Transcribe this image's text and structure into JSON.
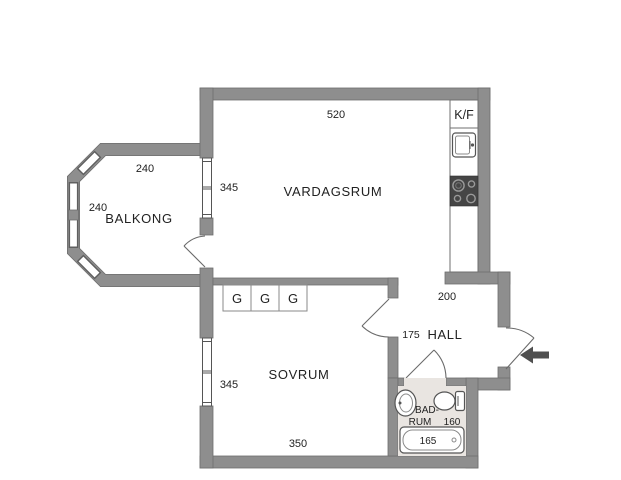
{
  "floorplan": {
    "rooms": {
      "vardagsrum": {
        "label": "VARDAGSRUM",
        "width_cm": "520",
        "height_cm": "345"
      },
      "balkong": {
        "label": "BALKONG",
        "width_cm": "240",
        "depth_cm": "240"
      },
      "sovrum": {
        "label": "SOVRUM",
        "width_cm": "350",
        "height_cm": "345"
      },
      "hall": {
        "label": "HALL",
        "width_cm": "200",
        "depth_cm": "175"
      },
      "badrum": {
        "label_line1": "BAD-",
        "label_line2": "RUM",
        "width_cm": "160",
        "bathtub_cm": "165"
      },
      "kitchen_zone": {
        "fridge_freezer": "K/F"
      }
    },
    "wardrobe": {
      "label": "G",
      "count": 3
    },
    "colors": {
      "wall": "#8e8e8e",
      "wall_outline": "#6e6e6e",
      "bathroom_floor": "#e9e5e1",
      "stove": "#454545",
      "fixture_stroke": "#555555",
      "arrow": "#4f4f4f",
      "text": "#222222",
      "background": "#ffffff"
    },
    "icons": {
      "entry_arrow": "arrow-left-icon",
      "stove": "stove-4-burner-icon",
      "kitchen_sink": "sink-icon",
      "toilet": "toilet-icon",
      "washbasin": "washbasin-icon",
      "bathtub": "bathtub-icon"
    }
  }
}
